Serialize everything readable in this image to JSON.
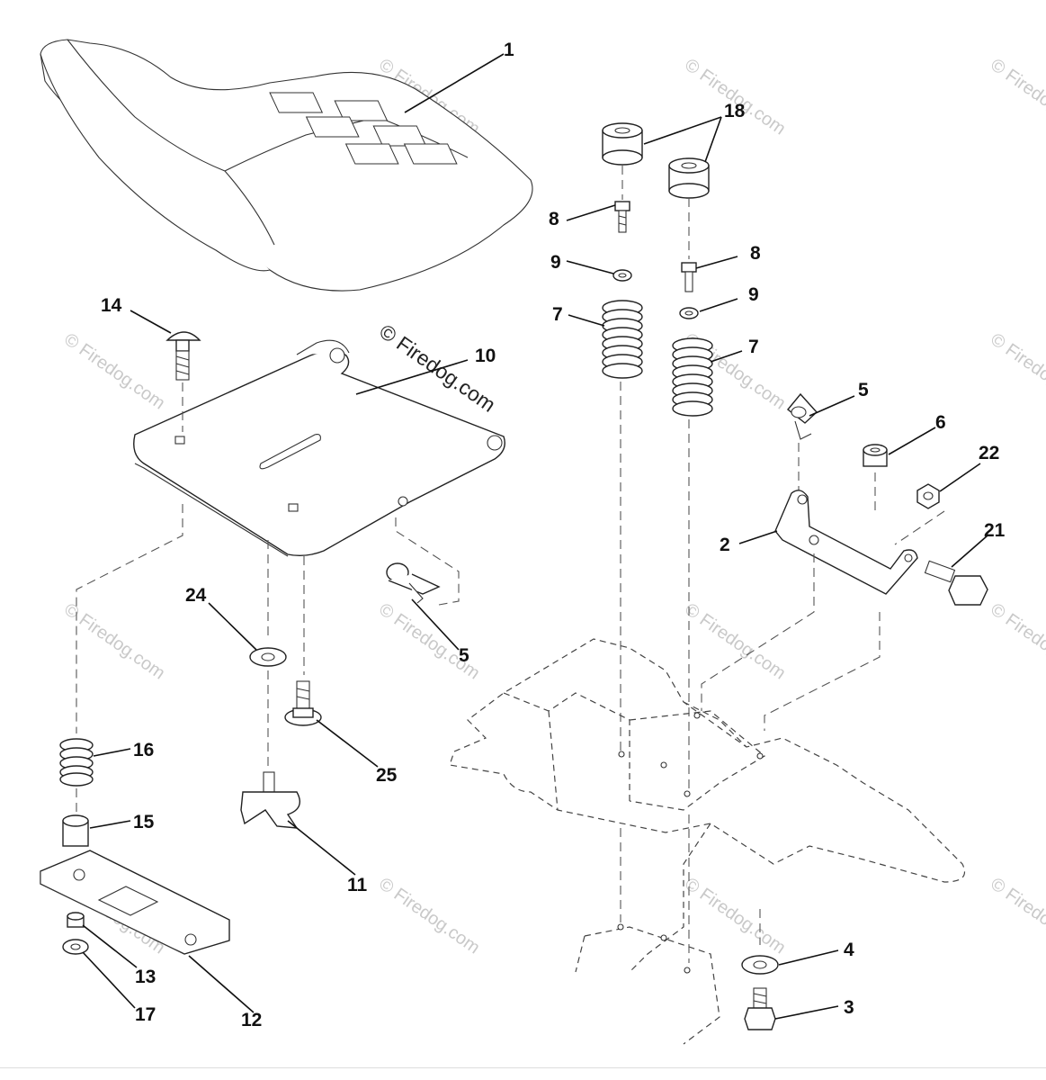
{
  "watermark": {
    "text": "© Firedog.com"
  },
  "callouts": {
    "c1": "1",
    "c2": "2",
    "c3": "3",
    "c4": "4",
    "c5a": "5",
    "c5b": "5",
    "c6": "6",
    "c7a": "7",
    "c7b": "7",
    "c8a": "8",
    "c8b": "8",
    "c9a": "9",
    "c9b": "9",
    "c10": "10",
    "c11": "11",
    "c12": "12",
    "c13": "13",
    "c14": "14",
    "c15": "15",
    "c16": "16",
    "c17": "17",
    "c18": "18",
    "c21": "21",
    "c22": "22",
    "c24": "24",
    "c25": "25"
  }
}
